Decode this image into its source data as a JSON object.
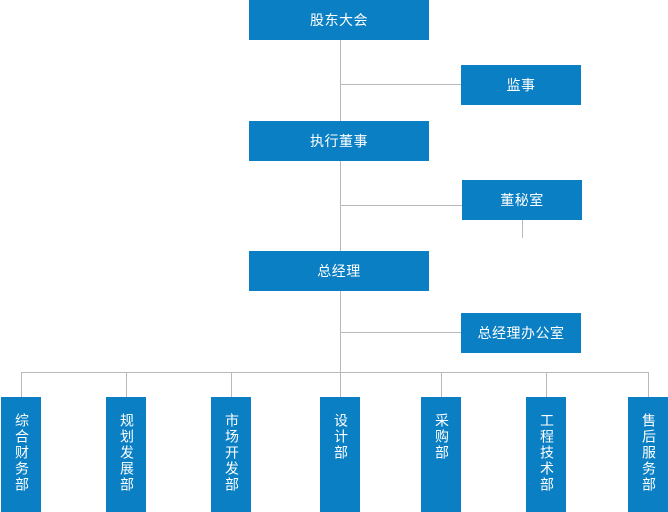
{
  "nodes": {
    "shareholders": "股东大会",
    "supervisor": "监事",
    "executive_director": "执行董事",
    "board_office": "董秘室",
    "general_manager": "总经理",
    "gm_office": "总经理办公室"
  },
  "departments": [
    "综合财务部",
    "规划发展部",
    "市场开发部",
    "设计部",
    "采购部",
    "工程技术部",
    "售后服务部"
  ]
}
